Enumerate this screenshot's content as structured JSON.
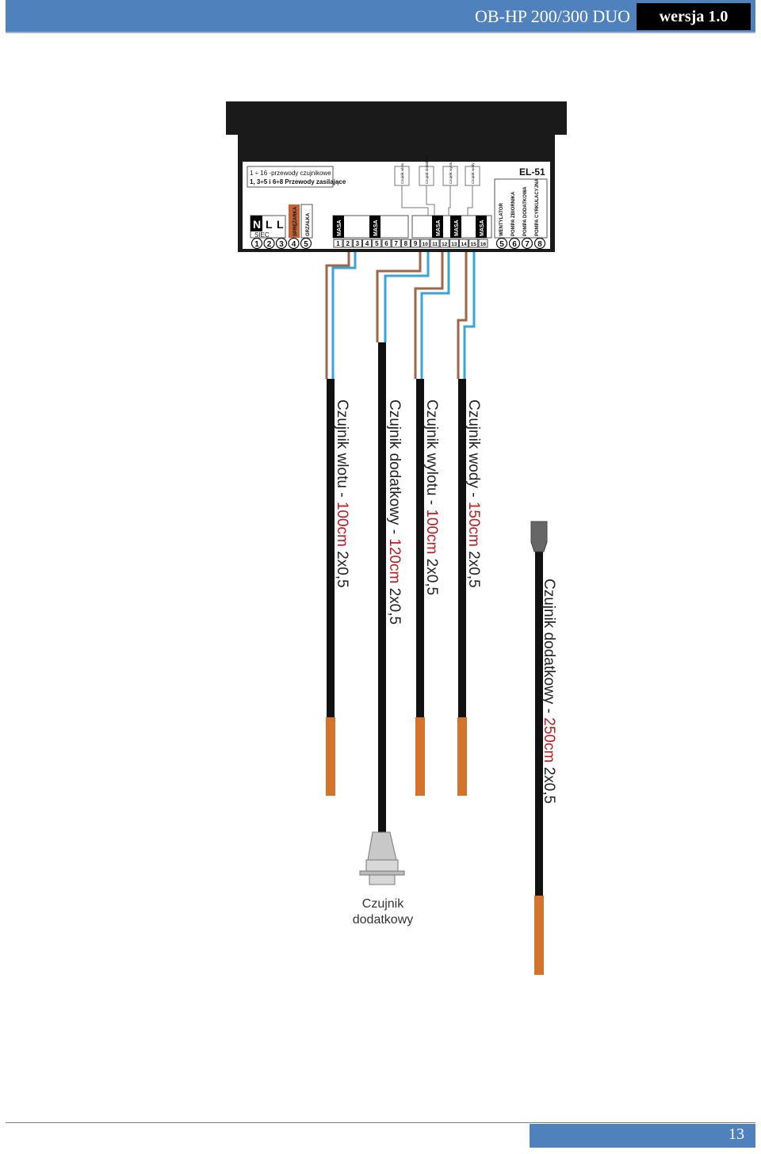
{
  "header": {
    "doc_title": "OB-HP 200/300 DUO",
    "version": "wersja 1.0"
  },
  "controller": {
    "model": "EL-51",
    "legend_line1": "1 ÷ 16 -przewody czujnikowe",
    "legend_line2": "1, 3÷5 i 6÷8 Przewody zasilające",
    "mains": {
      "n": "N",
      "l1": "L",
      "l2": "L",
      "label": "SIEC"
    },
    "sprezarka": "SPRĘŻARKA",
    "grzalka": "GRZAŁKA",
    "masa": "MASA",
    "power_terminals": [
      "1",
      "2",
      "3",
      "4",
      "5"
    ],
    "sensor_terminals": [
      "1",
      "2",
      "3",
      "4",
      "5",
      "6",
      "7",
      "8",
      "9",
      "10",
      "11",
      "12",
      "13",
      "14",
      "15",
      "16"
    ],
    "output_terminals": [
      "5",
      "6",
      "7",
      "8"
    ],
    "outputs": [
      "WENTYLATOR",
      "POMPA ZBIORNIKA",
      "POMPA DODATKOWA",
      "POMPA CYRKULACYJNA"
    ],
    "sensor_tags": [
      "Czujnik wlotu",
      "Czujnik dodatkowy",
      "Czujnik wylotu",
      "Czujnik wody"
    ]
  },
  "sensors": [
    {
      "name": "Czujnik wlotu - ",
      "length": "100cm",
      "spec": " 2x0,5"
    },
    {
      "name": "Czujnik dodatkowy - ",
      "length": "120cm",
      "spec": " 2x0,5"
    },
    {
      "name": "Czujnik wylotu - ",
      "length": "100cm",
      "spec": " 2x0,5"
    },
    {
      "name": "Czujnik wody - ",
      "length": "150cm",
      "spec": " 2x0,5"
    },
    {
      "name": "Czujnik dodatkowy - ",
      "length": "250cm",
      "spec": " 2x0,5"
    }
  ],
  "plug_label": {
    "line1": "Czujnik",
    "line2": "dodatkowy"
  },
  "colors": {
    "header": "#4f81bd",
    "wire_brown": "#a0664b",
    "wire_blue": "#3aa3d8",
    "probe": "#d4742a",
    "length_red": "#c0191f"
  },
  "footer": {
    "page_number": "13"
  }
}
